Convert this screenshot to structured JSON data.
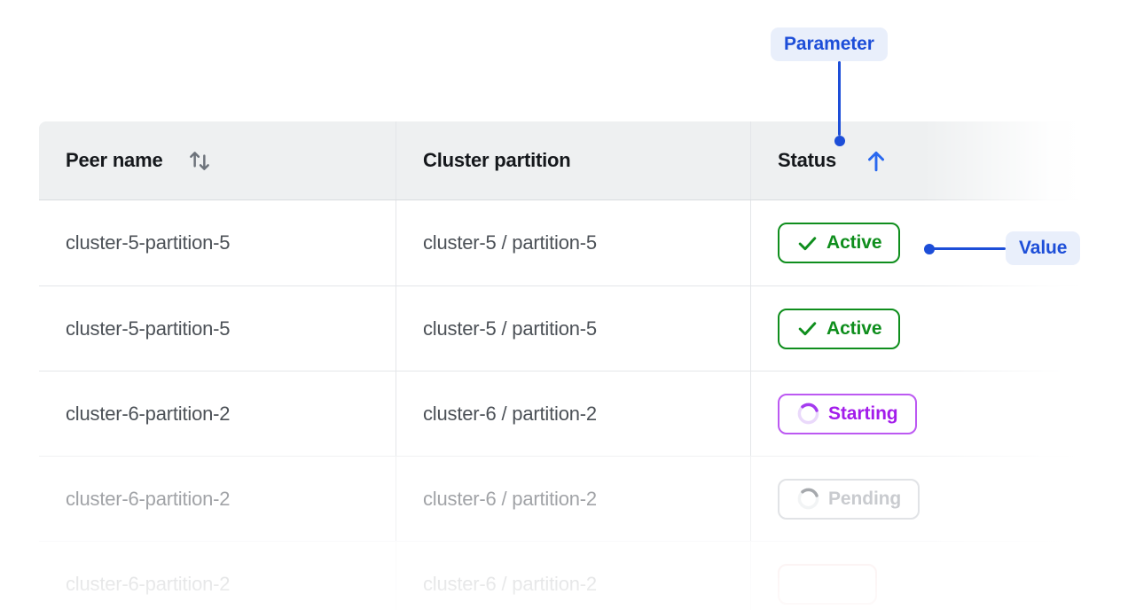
{
  "colors": {
    "accent_blue": "#1d4ed8",
    "sort_arrow_blue": "#2968ef",
    "annotation_pill_bg": "#e9effb",
    "active_green": "#0f8e1d",
    "starting_purple": "#a31ceb",
    "pending_gray": "#989da5",
    "error_red_border": "#f2bcbc",
    "header_bg": "#eef0f1",
    "row_border": "#e4e6e9",
    "cell_text": "#4c5157",
    "header_text": "#15181c"
  },
  "annotations": {
    "parameter": {
      "label": "Parameter",
      "points_to": "Status column header"
    },
    "value": {
      "label": "Value",
      "points_to": "Active status badge in first row"
    }
  },
  "table": {
    "columns": [
      {
        "id": "peer_name",
        "label": "Peer name",
        "sort_icon": "sort-both"
      },
      {
        "id": "cluster_partition",
        "label": "Cluster partition",
        "sort_icon": "none"
      },
      {
        "id": "status",
        "label": "Status",
        "sort_icon": "sort-asc"
      }
    ],
    "rows": [
      {
        "peer_name": "cluster-5-partition-5",
        "cluster_partition": "cluster-5 / partition-5",
        "status": {
          "label": "Active",
          "kind": "active",
          "icon": "check"
        }
      },
      {
        "peer_name": "cluster-5-partition-5",
        "cluster_partition": "cluster-5 / partition-5",
        "status": {
          "label": "Active",
          "kind": "active",
          "icon": "check"
        }
      },
      {
        "peer_name": "cluster-6-partition-2",
        "cluster_partition": "cluster-6 / partition-2",
        "status": {
          "label": "Starting",
          "kind": "starting",
          "icon": "spinner"
        }
      },
      {
        "peer_name": "cluster-6-partition-2",
        "cluster_partition": "cluster-6 / partition-2",
        "status": {
          "label": "Pending",
          "kind": "pending",
          "icon": "spinner"
        }
      },
      {
        "peer_name": "cluster-6-partition-2",
        "cluster_partition": "cluster-6 / partition-2",
        "status": {
          "label": "",
          "kind": "error",
          "icon": "none"
        }
      }
    ]
  }
}
